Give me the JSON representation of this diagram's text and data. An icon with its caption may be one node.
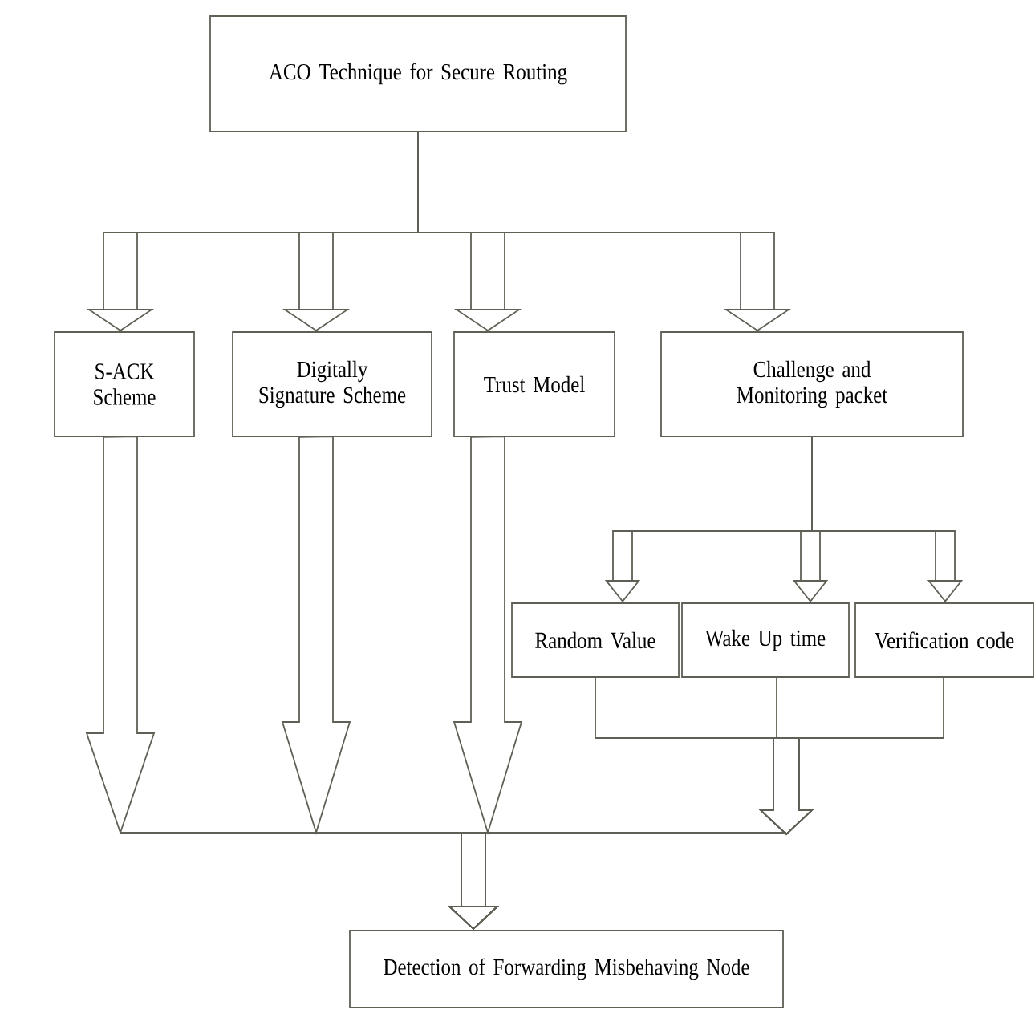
{
  "diagram": {
    "nodes": [
      {
        "text": [
          "ACO Technique for Secure Routing"
        ]
      },
      {
        "text": [
          "S-ACK Scheme"
        ]
      },
      {
        "text": [
          "Digitally Signature Scheme"
        ]
      },
      {
        "text": [
          "Trust Model"
        ]
      },
      {
        "text": [
          "Challenge and Monitoring packet"
        ]
      },
      {
        "text": [
          "Random Value"
        ]
      },
      {
        "text": [
          "Wake Up time"
        ]
      },
      {
        "text": [
          "Verification code"
        ]
      },
      {
        "text": [
          "Detection of Forwarding Misbehaving Node"
        ]
      }
    ],
    "edges": [
      {
        "from": 0,
        "to": 1,
        "arrow": "to"
      },
      {
        "from": 0,
        "to": 2,
        "arrow": "to"
      },
      {
        "from": 0,
        "to": 3,
        "arrow": "to"
      },
      {
        "from": 0,
        "to": 4,
        "arrow": "to"
      },
      {
        "from": 4,
        "to": 5,
        "arrow": "to"
      },
      {
        "from": 4,
        "to": 6,
        "arrow": "to"
      },
      {
        "from": 4,
        "to": 7,
        "arrow": "to"
      },
      {
        "from": 1,
        "to": 8,
        "arrow": "to"
      },
      {
        "from": 2,
        "to": 8,
        "arrow": "to"
      },
      {
        "from": 3,
        "to": 8,
        "arrow": "to"
      },
      {
        "from": 5,
        "to": 8,
        "arrow": "to"
      },
      {
        "from": 6,
        "to": 8,
        "arrow": "to"
      },
      {
        "from": 7,
        "to": 8,
        "arrow": "to"
      }
    ]
  }
}
